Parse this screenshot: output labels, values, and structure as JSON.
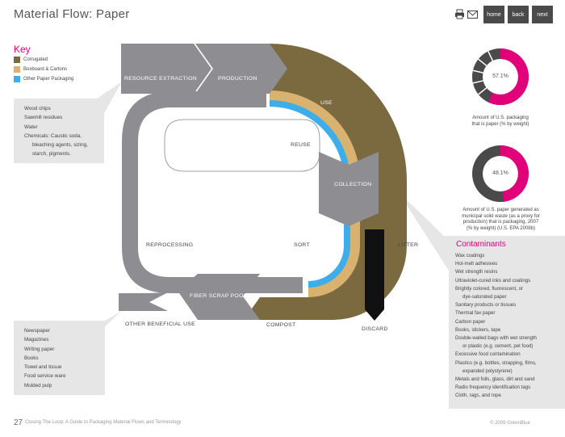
{
  "title": "Material Flow: Paper",
  "nav": {
    "home": "home",
    "back": "back",
    "next": "next"
  },
  "icons": {
    "print": "printer-icon",
    "mail": "mail-icon"
  },
  "colors": {
    "corrugated": "#7b6a3f",
    "boxboard": "#d8b26e",
    "other_paper": "#3daee9",
    "gray": "#8e8e92",
    "accent": "#e2007a",
    "dark": "#4a4a4a"
  },
  "key": {
    "title": "Key",
    "items": [
      "Corrugated",
      "Boxboard & Cartons",
      "Other Paper Packaging"
    ]
  },
  "inputs": [
    "Wood chips",
    "Sawmill residues",
    "Water",
    "Chemicals: Caustic soda,",
    "bleaching agents, sizing,",
    "starch, pigments."
  ],
  "stages": {
    "resource_extraction": "RESOURCE EXTRACTION",
    "production": "PRODUCTION",
    "use": "USE",
    "reuse": "REUSE",
    "collection": "COLLECTION",
    "litter": "LITTER",
    "discard": "DISCARD",
    "sort": "SORT",
    "reprocessing": "REPROCESSING",
    "fiber_scrap_pool": "FIBER SCRAP POOL",
    "compost": "COMPOST",
    "other_beneficial_use": "OTHER BENEFICIAL USE"
  },
  "outputs": [
    "Newspaper",
    "Magazines",
    "Writing paper",
    "Books",
    "Towel and tissue",
    "Food service ware",
    "Molded pulp"
  ],
  "donuts": [
    {
      "value": 57.1,
      "label": "57.1%",
      "caption": [
        "Amount of U.S. packaging",
        "that is paper (% by weight)"
      ]
    },
    {
      "value": 48.1,
      "label": "48.1%",
      "caption": [
        "Amount of U.S. paper generated as",
        "municipal solid waste (as a proxy for",
        "production) that is packaging, 2007",
        "(% by weight) (U.S. EPA 2008b)"
      ]
    }
  ],
  "contaminants": {
    "title": "Contaminants",
    "items": [
      {
        "text": "Wax coatings",
        "indent": false
      },
      {
        "text": "Hot-melt adhesives",
        "indent": false
      },
      {
        "text": "Wet strength resins",
        "indent": false
      },
      {
        "text": "Ultraviolet-cured inks and coatings",
        "indent": false
      },
      {
        "text": "Brightly colored, fluorescent, or",
        "indent": false
      },
      {
        "text": "dye-saturated paper",
        "indent": true
      },
      {
        "text": "Sanitary products or tissues",
        "indent": false
      },
      {
        "text": "Thermal fax paper",
        "indent": false
      },
      {
        "text": "Carbon paper",
        "indent": false
      },
      {
        "text": "Books, stickers, tape",
        "indent": false
      },
      {
        "text": "Double-walled bags with wet strength",
        "indent": false
      },
      {
        "text": "or plastic (e.g. cement, pet food)",
        "indent": true
      },
      {
        "text": "Excessive food contamination",
        "indent": false
      },
      {
        "text": "Plastics (e.g. bottles, strapping, films,",
        "indent": false
      },
      {
        "text": "expanded polystyrene)",
        "indent": true
      },
      {
        "text": "Metals and foils, glass, dirt and sand",
        "indent": false
      },
      {
        "text": "Radio frequency identification tags",
        "indent": false
      },
      {
        "text": "Cloth, rags, and rope",
        "indent": false
      }
    ]
  },
  "footer": {
    "page": "27",
    "text": "Closing The Loop: A Guide to Packaging Material Flows and Terminology",
    "copyright": "© 2009 GreenBlue"
  }
}
